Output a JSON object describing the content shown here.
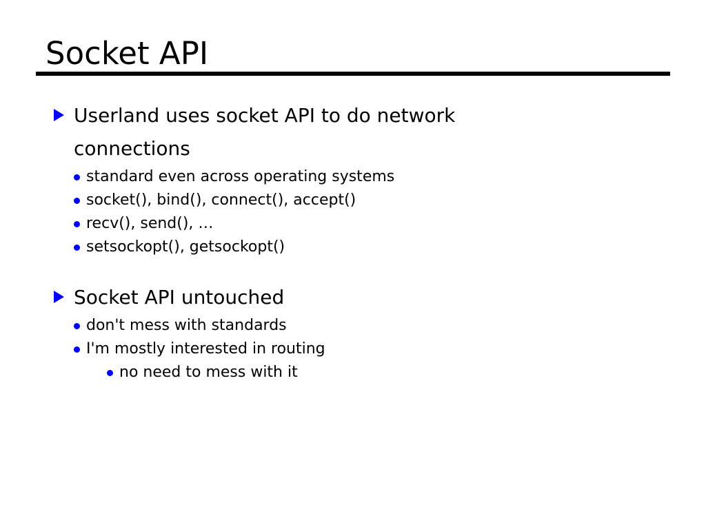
{
  "slide": {
    "title": "Socket API",
    "background_color": "#ffffff",
    "text_color": "#000000",
    "accent_color": "#0000ff",
    "rule_color": "#000000",
    "markers": {
      "level1": "triangle-right-bullet",
      "level2": "round-bullet",
      "level3": "round-bullet"
    },
    "groups": [
      {
        "heading": "Userland uses socket API to do network connections",
        "items": [
          {
            "level": 2,
            "text": "standard even across operating systems"
          },
          {
            "level": 2,
            "text": "socket(), bind(), connect(), accept()"
          },
          {
            "level": 2,
            "text": "recv(), send(), …"
          },
          {
            "level": 2,
            "text": "setsockopt(), getsockopt()"
          }
        ]
      },
      {
        "heading": "Socket API untouched",
        "items": [
          {
            "level": 2,
            "text": "don't mess with standards"
          },
          {
            "level": 2,
            "text": "I'm mostly interested in routing"
          },
          {
            "level": 3,
            "text": "no need to mess with it"
          }
        ]
      }
    ]
  }
}
